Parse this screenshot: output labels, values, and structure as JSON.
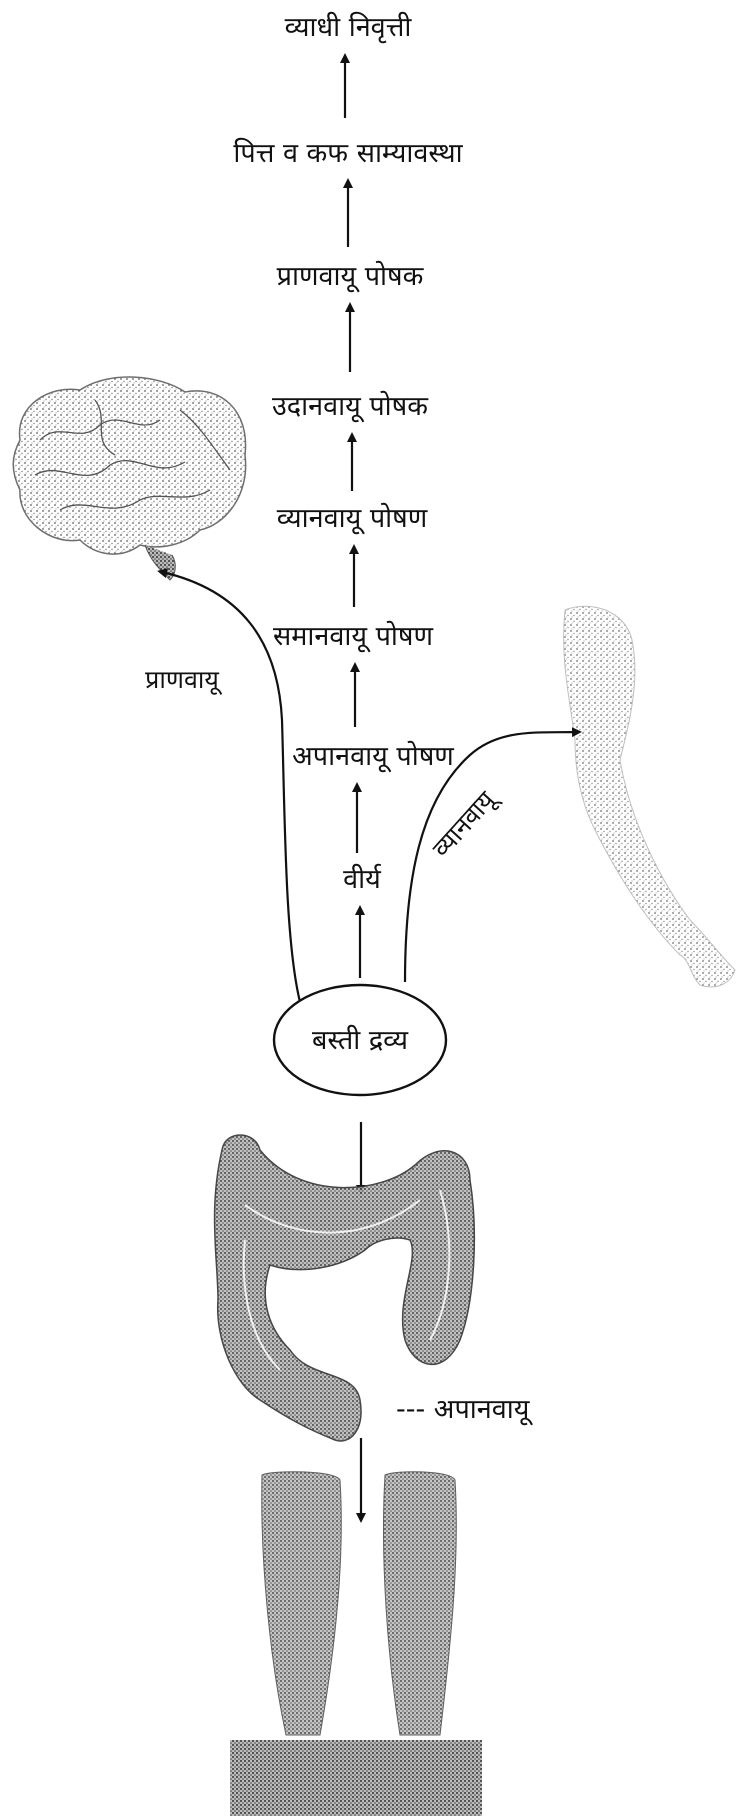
{
  "chain": [
    "व्याधी निवृत्ती",
    "पित्त व कफ साम्यावस्था",
    "प्राणवायू पोषक",
    "उदानवायू पोषक",
    "व्यानवायू पोषण",
    "समानवायू पोषण",
    "अपानवायू पोषण",
    "वीर्य"
  ],
  "center_node": "बस्ती द्रव्य",
  "branch_left_label": "प्राणवायू",
  "branch_right_label": "व्यानवायू",
  "colon_label": "--- अपानवायू",
  "icons": [
    "brain-illustration",
    "arm-illustration",
    "colon-illustration",
    "legs-illustration"
  ]
}
